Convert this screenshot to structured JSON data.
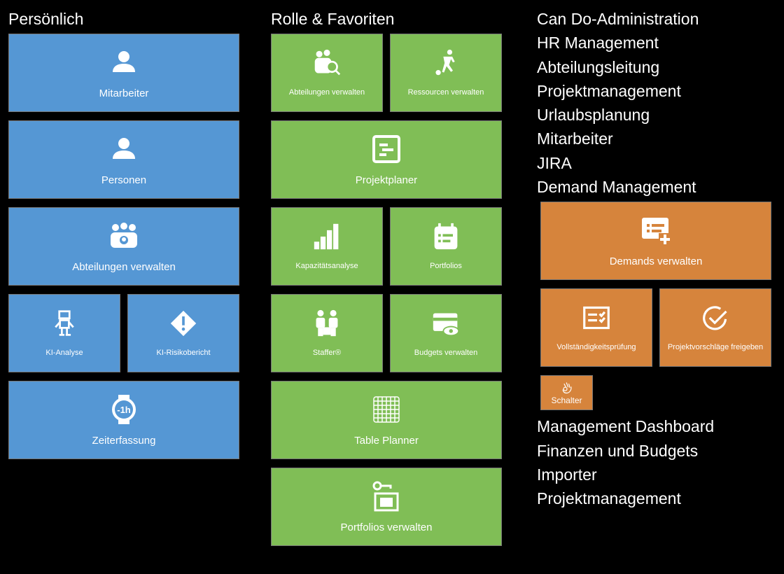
{
  "columns": {
    "personal": {
      "title": "Persönlich",
      "tiles": [
        "Mitarbeiter",
        "Personen",
        "Abteilungen verwalten",
        "KI-Analyse",
        "KI-Risikobericht",
        "Zeiterfassung"
      ]
    },
    "role": {
      "title": "Rolle & Favoriten",
      "tiles": [
        "Abteilungen verwalten",
        "Ressourcen verwalten",
        "Projektplaner",
        "Kapazitätsanalyse",
        "Portfolios",
        "Staffer®",
        "Budgets verwalten",
        "Table Planner",
        "Portfolios verwalten"
      ]
    },
    "groups": {
      "top": [
        "Can Do-Administration",
        "HR Management",
        "Abteilungsleitung",
        "Projektmanagement",
        "Urlaubsplanung",
        "Mitarbeiter",
        "JIRA",
        "Demand Management"
      ],
      "tiles": [
        "Demands verwalten",
        "Vollständigkeitsprüfung",
        "Projektvorschläge freigeben",
        "Schalter"
      ],
      "bottom": [
        "Management Dashboard",
        "Finanzen und Budgets",
        "Importer",
        "Projektmanagement"
      ]
    }
  },
  "colors": {
    "personal": "#5597d4",
    "role": "#80be56",
    "demand": "#d6843c"
  }
}
